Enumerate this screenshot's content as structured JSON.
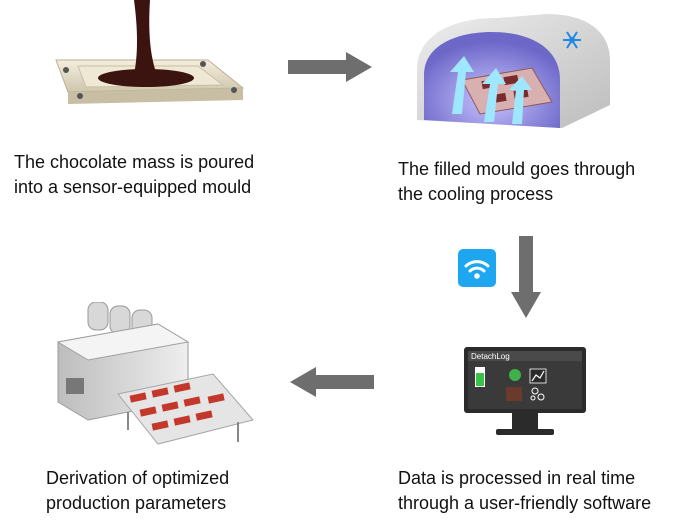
{
  "steps": [
    {
      "line1": "The chocolate mass is poured",
      "line2": "into a sensor-equipped mould",
      "icon": "chocolate-mould-icon"
    },
    {
      "line1": "The filled mould goes through",
      "line2": "the cooling process",
      "icon": "cooling-tunnel-icon"
    },
    {
      "line1": "Data is processed in real time",
      "line2": "through a user-friendly software",
      "icon": "monitor-software-icon"
    },
    {
      "line1": "Derivation of optimized",
      "line2": "production parameters",
      "icon": "production-machine-icon"
    }
  ],
  "software": {
    "title": "DetachLog"
  },
  "icons": {
    "wifi": "wifi-icon",
    "snowflake": "snowflake-icon"
  },
  "colors": {
    "arrow": "#6e6e6e",
    "wifi": "#1ea7f0",
    "chocolate": "#3b1410",
    "monitor": "#2b2b2b"
  }
}
